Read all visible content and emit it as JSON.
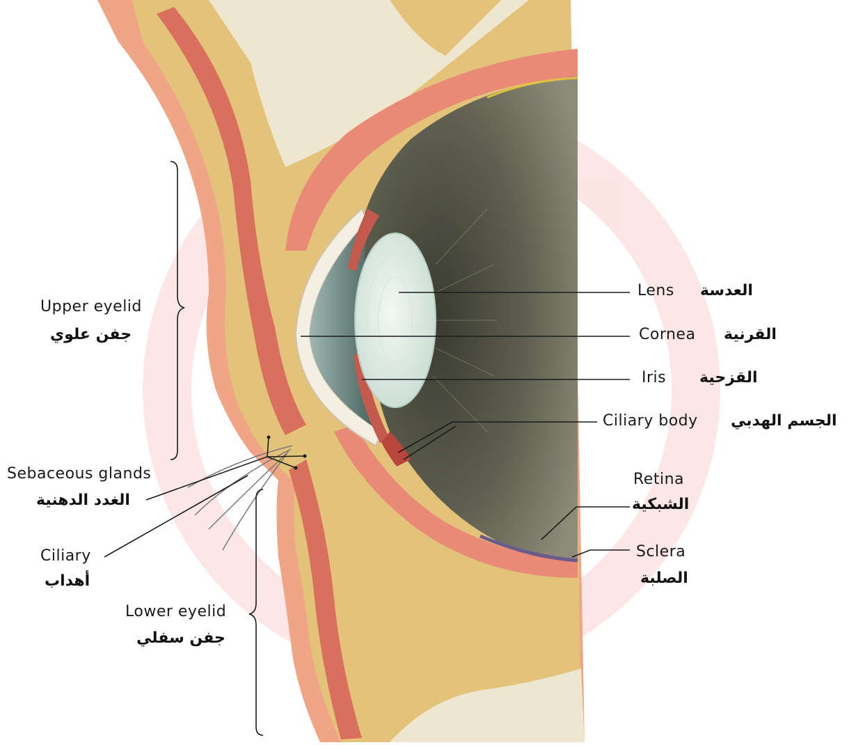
{
  "labels": {
    "lens": {
      "en": "Lens",
      "ar": "العدسة"
    },
    "cornea": {
      "en": "Cornea",
      "ar": "القرنية"
    },
    "iris": {
      "en": "Iris",
      "ar": "القزحية"
    },
    "ciliary_body": {
      "en": "Ciliary body",
      "ar": "الجسم الهدبي"
    },
    "retina": {
      "en": "Retina",
      "ar": "الشبكية"
    },
    "sclera": {
      "en": "Sclera",
      "ar": "الصلبة"
    },
    "upper_eyelid": {
      "en": "Upper eyelid",
      "ar": "جفن علوي"
    },
    "sebaceous_glands": {
      "en": "Sebaceous glands",
      "ar": "الغدد الدهنية"
    },
    "ciliary": {
      "en": "Ciliary",
      "ar": "أهداب"
    },
    "lower_eyelid": {
      "en": "Lower eyelid",
      "ar": "جفن سفلي"
    }
  },
  "colors": {
    "skin": "#f0a587",
    "muscle": "#d9705e",
    "fat": "#e3c37a",
    "bone": "#efe6cf",
    "lens": "#e4efe8",
    "vitreous": "#6f7060",
    "anterior_chamber": "#5f7a76",
    "watermark": "#e8443a",
    "leader": "#1a1a1a"
  }
}
